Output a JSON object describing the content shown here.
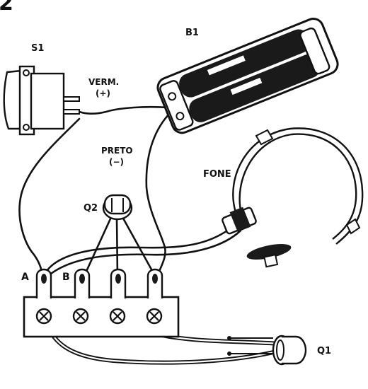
{
  "figure_number": "2",
  "labels": {
    "s1": "S1",
    "b1": "B1",
    "verm": "VERM.",
    "verm_sign": "(+)",
    "preto": "PRETO",
    "preto_sign": "(−)",
    "fone": "FONE",
    "q2": "Q2",
    "q1": "Q1",
    "terminal_a": "A",
    "terminal_b": "B"
  },
  "components": [
    {
      "id": "S1",
      "kind": "toggle-switch"
    },
    {
      "id": "B1",
      "kind": "battery-holder-2-cells"
    },
    {
      "id": "Q2",
      "kind": "transistor"
    },
    {
      "id": "Q1",
      "kind": "phototransistor"
    },
    {
      "id": "FONE",
      "kind": "headphone"
    },
    {
      "id": "terminal-strip",
      "kind": "4-terminal-strip"
    }
  ],
  "colors": {
    "ink": "#111111",
    "paper": "#ffffff"
  }
}
